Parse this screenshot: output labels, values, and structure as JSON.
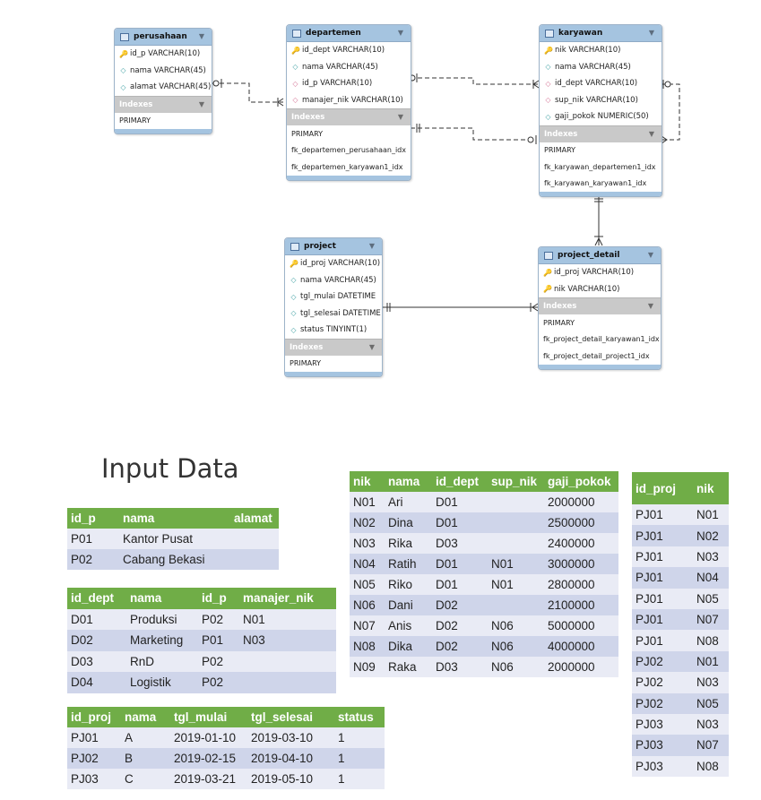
{
  "er": {
    "perusahaan": {
      "title": "perusahaan",
      "columns": [
        {
          "text": "id_p VARCHAR(10)",
          "icon": "pk"
        },
        {
          "text": "nama VARCHAR(45)",
          "icon": "plain"
        },
        {
          "text": "alamat VARCHAR(45)",
          "icon": "plain"
        }
      ],
      "indexes_label": "Indexes",
      "indexes": [
        "PRIMARY"
      ]
    },
    "departemen": {
      "title": "departemen",
      "columns": [
        {
          "text": "id_dept VARCHAR(10)",
          "icon": "pk"
        },
        {
          "text": "nama VARCHAR(45)",
          "icon": "plain"
        },
        {
          "text": "id_p VARCHAR(10)",
          "icon": "fk"
        },
        {
          "text": "manajer_nik VARCHAR(10)",
          "icon": "fk"
        }
      ],
      "indexes_label": "Indexes",
      "indexes": [
        "PRIMARY",
        "fk_departemen_perusahaan_idx",
        "fk_departemen_karyawan1_idx"
      ]
    },
    "karyawan": {
      "title": "karyawan",
      "columns": [
        {
          "text": "nik VARCHAR(10)",
          "icon": "pk"
        },
        {
          "text": "nama VARCHAR(45)",
          "icon": "plain"
        },
        {
          "text": "id_dept VARCHAR(10)",
          "icon": "fk"
        },
        {
          "text": "sup_nik VARCHAR(10)",
          "icon": "fk"
        },
        {
          "text": "gaji_pokok NUMERIC(50)",
          "icon": "plain"
        }
      ],
      "indexes_label": "Indexes",
      "indexes": [
        "PRIMARY",
        "fk_karyawan_departemen1_idx",
        "fk_karyawan_karyawan1_idx"
      ]
    },
    "project": {
      "title": "project",
      "columns": [
        {
          "text": "id_proj VARCHAR(10)",
          "icon": "pk"
        },
        {
          "text": "nama VARCHAR(45)",
          "icon": "plain"
        },
        {
          "text": "tgl_mulai DATETIME",
          "icon": "plain"
        },
        {
          "text": "tgl_selesai DATETIME",
          "icon": "plain"
        },
        {
          "text": "status TINYINT(1)",
          "icon": "plain"
        }
      ],
      "indexes_label": "Indexes",
      "indexes": [
        "PRIMARY"
      ]
    },
    "project_detail": {
      "title": "project_detail",
      "columns": [
        {
          "text": "id_proj VARCHAR(10)",
          "icon": "pkfk"
        },
        {
          "text": "nik VARCHAR(10)",
          "icon": "pkfk"
        }
      ],
      "indexes_label": "Indexes",
      "indexes": [
        "PRIMARY",
        "fk_project_detail_karyawan1_idx",
        "fk_project_detail_project1_idx"
      ]
    }
  },
  "input_heading": "Input Data",
  "tables": {
    "perusahaan": {
      "headers": [
        "id_p",
        "nama",
        "alamat"
      ],
      "rows": [
        [
          "P01",
          "Kantor Pusat",
          ""
        ],
        [
          "P02",
          "Cabang Bekasi",
          ""
        ]
      ]
    },
    "departemen": {
      "headers": [
        "id_dept",
        "nama",
        "id_p",
        "manajer_nik"
      ],
      "rows": [
        [
          "D01",
          "Produksi",
          "P02",
          "N01"
        ],
        [
          "D02",
          "Marketing",
          "P01",
          "N03"
        ],
        [
          "D03",
          "RnD",
          "P02",
          ""
        ],
        [
          "D04",
          "Logistik",
          "P02",
          ""
        ]
      ]
    },
    "project": {
      "headers": [
        "id_proj",
        "nama",
        "tgl_mulai",
        "tgl_selesai",
        "status"
      ],
      "rows": [
        [
          "PJ01",
          "A",
          "2019-01-10",
          "2019-03-10",
          "1"
        ],
        [
          "PJ02",
          "B",
          "2019-02-15",
          "2019-04-10",
          "1"
        ],
        [
          "PJ03",
          "C",
          "2019-03-21",
          "2019-05-10",
          "1"
        ]
      ]
    },
    "karyawan": {
      "headers": [
        "nik",
        "nama",
        "id_dept",
        "sup_nik",
        "gaji_pokok"
      ],
      "rows": [
        [
          "N01",
          "Ari",
          "D01",
          "",
          "2000000"
        ],
        [
          "N02",
          "Dina",
          "D01",
          "",
          "2500000"
        ],
        [
          "N03",
          "Rika",
          "D03",
          "",
          "2400000"
        ],
        [
          "N04",
          "Ratih",
          "D01",
          "N01",
          "3000000"
        ],
        [
          "N05",
          "Riko",
          "D01",
          "N01",
          "2800000"
        ],
        [
          "N06",
          "Dani",
          "D02",
          "",
          "2100000"
        ],
        [
          "N07",
          "Anis",
          "D02",
          "N06",
          "5000000"
        ],
        [
          "N08",
          "Dika",
          "D02",
          "N06",
          "4000000"
        ],
        [
          "N09",
          "Raka",
          "D03",
          "N06",
          "2000000"
        ]
      ]
    },
    "project_detail": {
      "headers": [
        "id_proj",
        "nik"
      ],
      "rows": [
        [
          "PJ01",
          "N01"
        ],
        [
          "PJ01",
          "N02"
        ],
        [
          "PJ01",
          "N03"
        ],
        [
          "PJ01",
          "N04"
        ],
        [
          "PJ01",
          "N05"
        ],
        [
          "PJ01",
          "N07"
        ],
        [
          "PJ01",
          "N08"
        ],
        [
          "PJ02",
          "N01"
        ],
        [
          "PJ02",
          "N03"
        ],
        [
          "PJ02",
          "N05"
        ],
        [
          "PJ03",
          "N03"
        ],
        [
          "PJ03",
          "N07"
        ],
        [
          "PJ03",
          "N08"
        ]
      ]
    }
  }
}
